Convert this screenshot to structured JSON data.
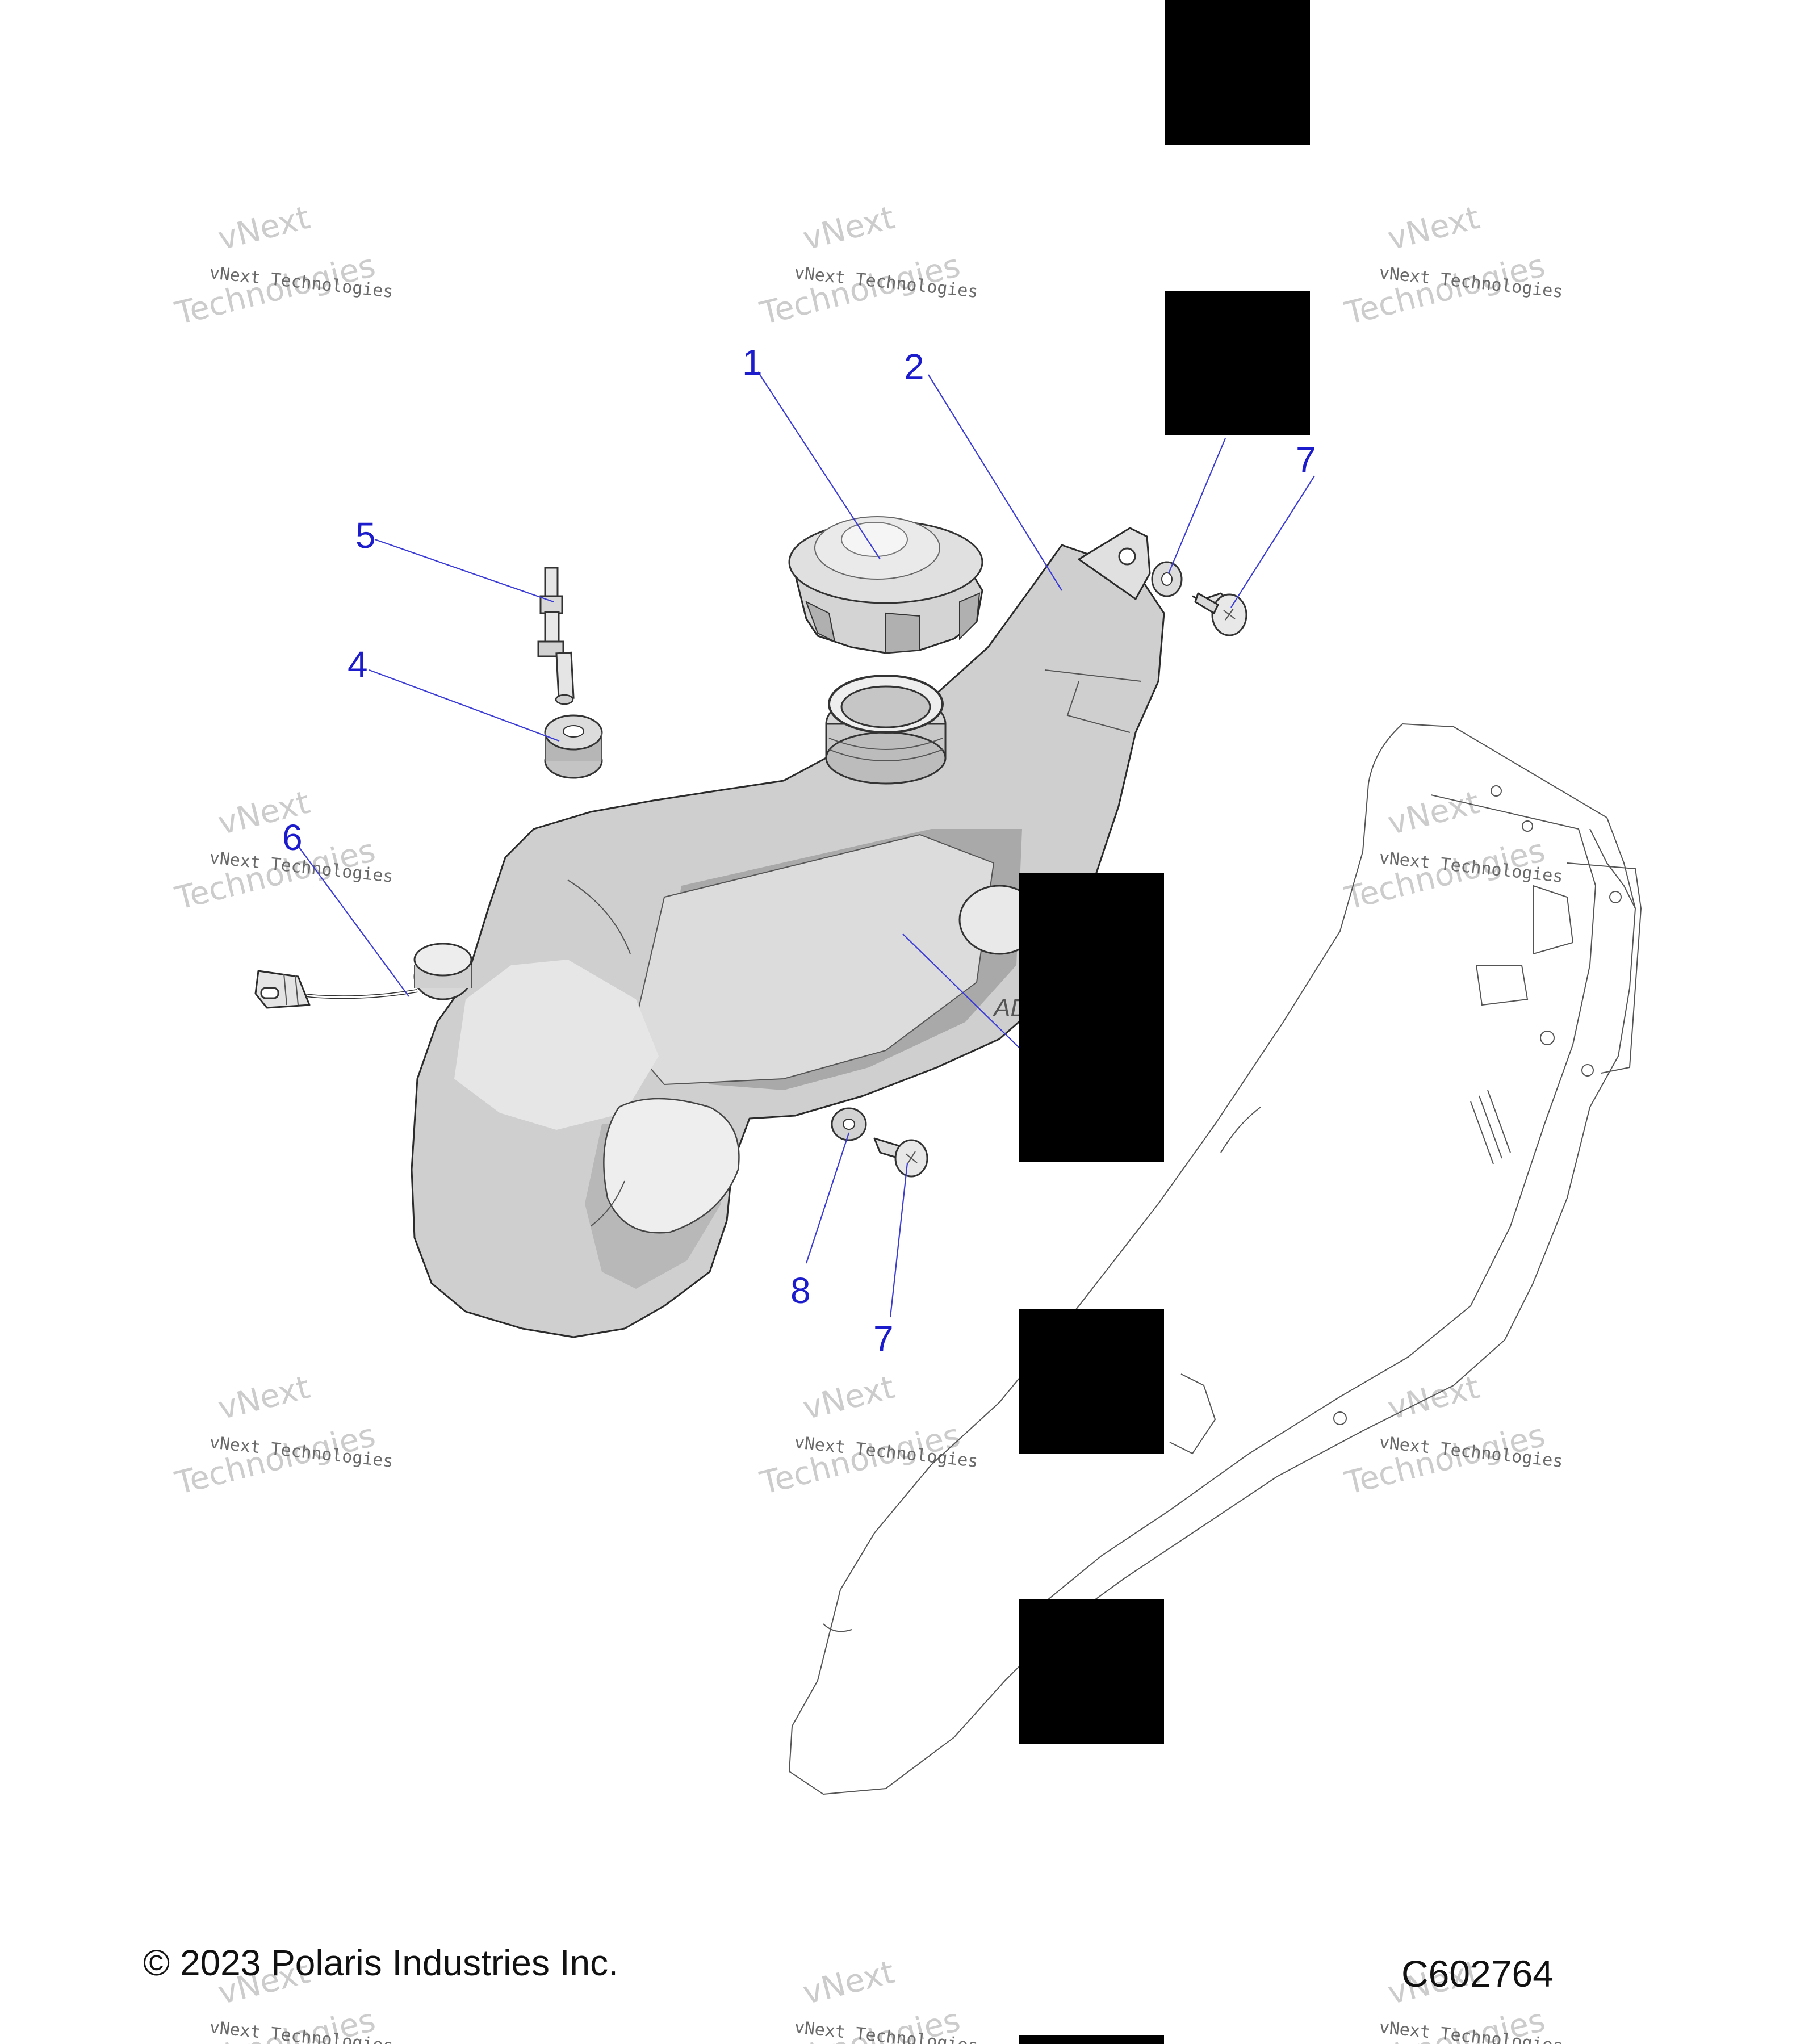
{
  "callouts": [
    {
      "label": "1"
    },
    {
      "label": "2"
    },
    {
      "label": "7"
    },
    {
      "label": "5"
    },
    {
      "label": "4"
    },
    {
      "label": "6"
    },
    {
      "label": "8"
    },
    {
      "label": "7"
    }
  ],
  "watermark": {
    "line1": "vNext Technologies",
    "line2": "vNext",
    "line3": "Technologies"
  },
  "tank_emboss": "AD",
  "footer": {
    "copyright": "© 2023 Polaris Industries Inc.",
    "figure_id": "C602764"
  },
  "colors": {
    "callout": "#1c1ccc",
    "tank": "#cfcfcf",
    "redaction": "#000000"
  }
}
